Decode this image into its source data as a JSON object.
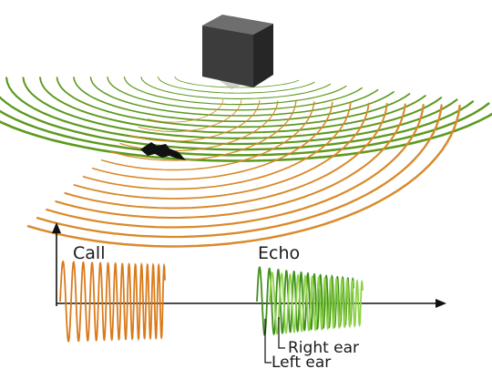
{
  "labels": {
    "call": "Call",
    "echo": "Echo",
    "right_ear": "Right ear",
    "left_ear": "Left ear"
  },
  "colors": {
    "call_wave": "#d97b1c",
    "echo_wave_dark": "#3f8f1c",
    "echo_wave_light": "#8fd24a",
    "emitted_wave": "#d98a2b",
    "reflected_wave": "#5d9a1f",
    "cube_front": "#3c3c3c",
    "cube_top": "#6a6a6a",
    "cube_side": "#2a2a2a",
    "axis": "#111111",
    "bat": "#111111"
  },
  "icons": {
    "bat": "bat-silhouette-icon",
    "obstacle": "cube-obstacle-icon"
  }
}
